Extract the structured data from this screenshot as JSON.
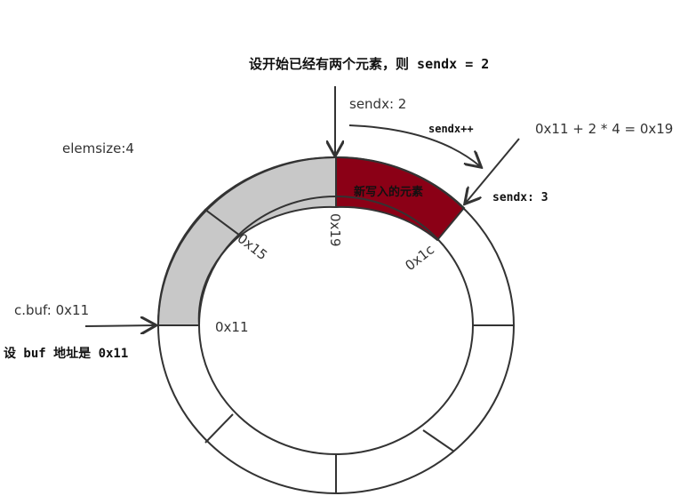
{
  "title_note": "设开始已经有两个元素，则 sendx = 2",
  "sendx_before": "sendx: 2",
  "sendx_increment": "sendx++",
  "address_formula": "0x11 + 2 * 4 = 0x19",
  "sendx_after": "sendx: 3",
  "elemsize": "elemsize:4",
  "new_element_label": "新写入的元素",
  "cbuf_label": "c.buf: 0x11",
  "buf_address_note": "设 buf 地址是 0x11",
  "slot_addresses": {
    "a": "0x11",
    "b": "0x15",
    "c": "0x19",
    "d": "0x1c"
  },
  "colors": {
    "filled_slot": "#c8c8c8",
    "new_slot": "#8b0016",
    "empty_slot": "#ffffff",
    "stroke": "#333333"
  }
}
